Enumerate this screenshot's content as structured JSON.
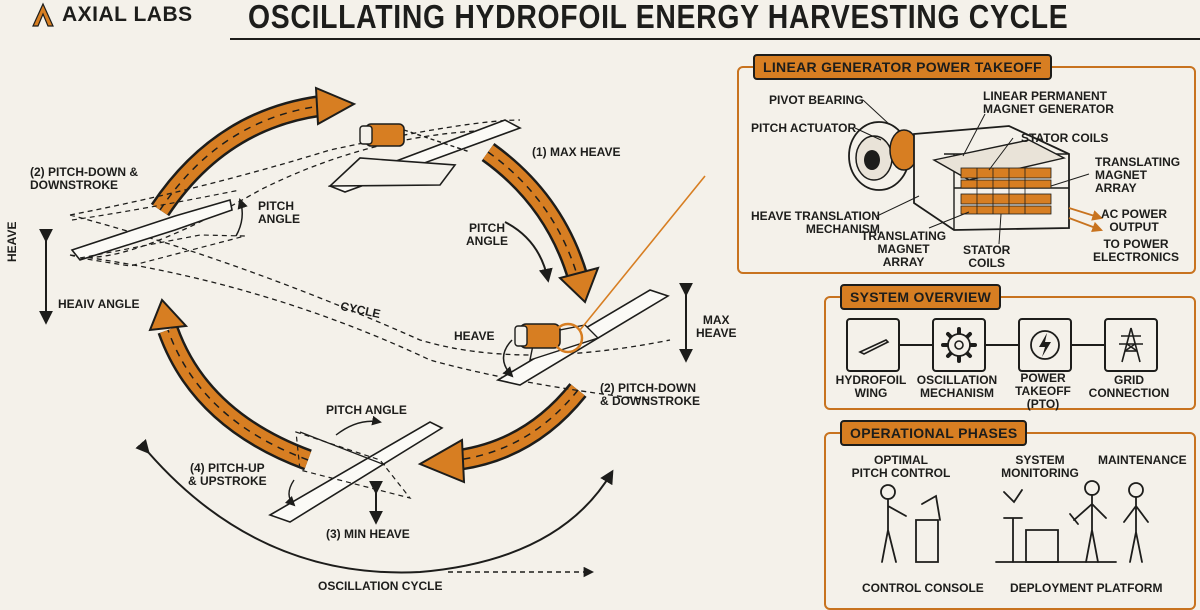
{
  "header": {
    "brand": "AXIAL LABS",
    "title": "OSCILLATING HYDROFOIL ENERGY HARVESTING CYCLE"
  },
  "cycle": {
    "labels": {
      "pitch_down_left": "(2) PITCH-DOWN &\nDOWNSTROKE",
      "max_heave_top": "(1) MAX HEAVE",
      "pitch_angle_left": "PITCH\nANGLE",
      "pitch_angle_right": "PITCH\nANGLE",
      "heave_vertical": "HEAVE",
      "heave_angle": "HEAIV ANGLE",
      "cycle": "CYCLE",
      "heave_right": "HEAVE",
      "max_heave_right": "MAX\nHEAVE",
      "pitch_down_right": "(2) PITCH-DOWN\n& DOWNSTROKE",
      "pitch_angle_bottom": "PITCH ANGLE",
      "pitch_up": "(4) PITCH-UP\n& UPSTROKE",
      "min_heave": "(3) MIN HEAVE",
      "oscillation_cycle": "OSCILLATION CYCLE"
    }
  },
  "generator": {
    "title": "LINEAR GENERATOR POWER TAKEOFF",
    "labels": {
      "pivot_bearing": "PIVOT BEARING",
      "pitch_actuator": "PITCH ACTUATOR",
      "linear_pm_generator": "LINEAR PERMANENT\nMAGNET GENERATOR",
      "stator_coils_top": "STATOR COILS",
      "translating_magnet_array_right": "TRANSLATING\nMAGNET\nARRAY",
      "heave_translation": "HEAVE TRANSLATION\nMECHANISM",
      "translating_magnet_array_bottom": "TRANSLATING\nMAGNET\nARRAY",
      "stator_coils_bottom": "STATOR\nCOILS",
      "ac_power_output": "AC POWER\nOUTPUT",
      "to_power_electronics": "TO POWER\nELECTRONICS"
    }
  },
  "overview": {
    "title": "SYSTEM OVERVIEW",
    "tiles": [
      {
        "label": "HYDROFOIL\nWING",
        "icon": "hydrofoil-wing-icon"
      },
      {
        "label": "OSCILLATION\nMECHANISM",
        "icon": "gear-icon"
      },
      {
        "label": "POWER\nTAKEOFF\n(PTO)",
        "icon": "power-bolt-icon"
      },
      {
        "label": "GRID\nCONNECTION",
        "icon": "transmission-tower-icon"
      }
    ]
  },
  "phases": {
    "title": "OPERATIONAL PHASES",
    "labels": {
      "optimal_pitch": "OPTIMAL\nPITCH CONTROL",
      "system_monitoring": "SYSTEM\nMONITORING",
      "maintenance": "MAINTENANCE",
      "control_console": "CONTROL CONSOLE",
      "deployment_platform": "DEPLOYMENT PLATFORM"
    }
  },
  "colors": {
    "accent": "#d77e22",
    "ink": "#1d1d1b",
    "background": "#f4f1ea"
  }
}
